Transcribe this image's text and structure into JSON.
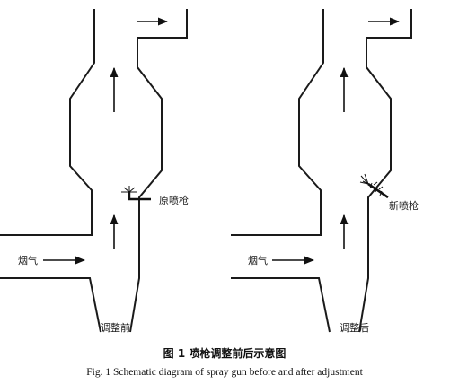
{
  "diagram": {
    "left_panel": {
      "flue_gas_label": "烟气",
      "gun_label": "原喷枪",
      "state_label": "调整前"
    },
    "right_panel": {
      "flue_gas_label": "烟气",
      "gun_label": "新喷枪",
      "state_label": "调整后"
    },
    "caption_cn": "图 1    喷枪调整前后示意图",
    "caption_en": "Fig. 1    Schematic diagram of spray gun before and after adjustment",
    "stroke_color": "#1a1a1a"
  }
}
